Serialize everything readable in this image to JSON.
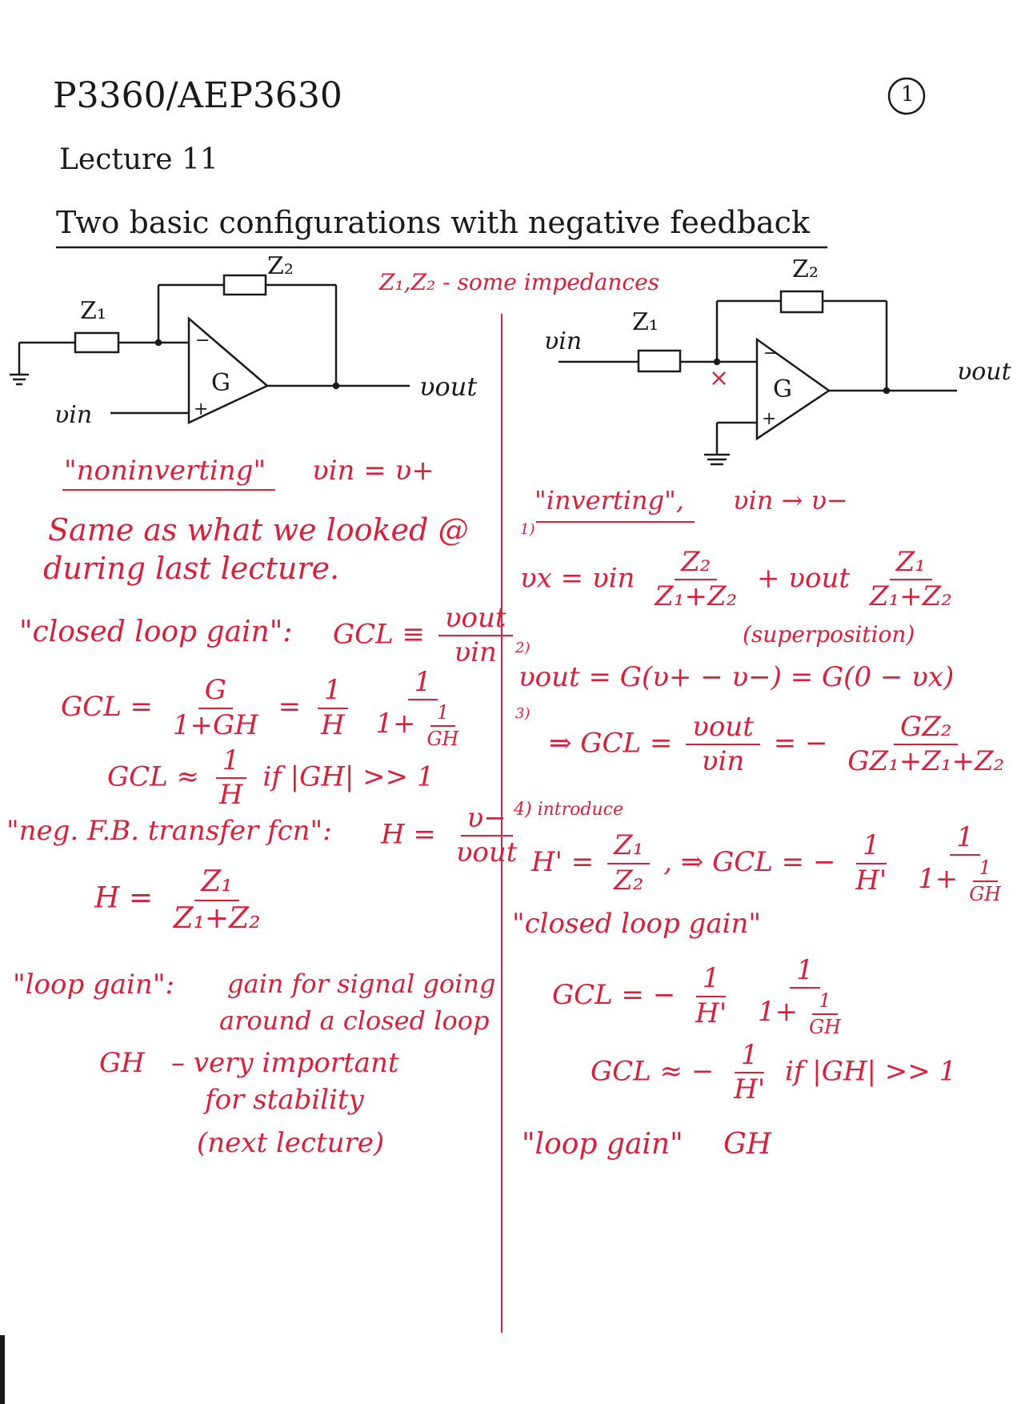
{
  "header": {
    "course": "P3360/AEP3630",
    "lecture": "Lecture 11",
    "page_number": "1",
    "title": "Two basic configurations with negative feedback"
  },
  "circuit_labels": {
    "z1": "Z₁",
    "z2": "Z₂",
    "gain": "G",
    "minus": "−",
    "plus": "+",
    "vin": "υin",
    "vout": "υout",
    "node_x": "×",
    "note": "Z₁,Z₂ - some impedances"
  },
  "left": {
    "heading": "\"noninverting\"",
    "heading_eq": "υin = υ+",
    "same1": "Same as what we looked @",
    "same2": "during last lecture.",
    "clg_label": "\"closed loop gain\":",
    "gcl_def_lhs": "GCL ≡",
    "gcl_def_num": "υout",
    "gcl_def_den": "υin",
    "gcl_lhs": "GCL =",
    "g": "G",
    "one_plus_gh": "1+GH",
    "eq": "=",
    "one": "1",
    "h": "H",
    "one_plus": "1+",
    "gh": "GH",
    "approx_lhs": "GCL ≈",
    "approx_cond": "if |GH| >> 1",
    "negfb_label": "\"neg. F.B. transfer fcn\":",
    "h_def_lhs": "H =",
    "h_def_num": "υ−",
    "h_def_den": "υout",
    "h_lhs": "H =",
    "h_num": "Z₁",
    "h_den": "Z₁+Z₂",
    "loop_label": "\"loop gain\":",
    "loop_desc1": "gain for signal going",
    "loop_desc2": "around a closed loop",
    "gh_label": "GH",
    "gh_desc1": "– very important",
    "gh_desc2": "for stability",
    "gh_desc3": "(next lecture)"
  },
  "right": {
    "heading": "\"inverting\",",
    "heading_eq": "υin → υ−",
    "step1": "1)",
    "vx_lhs": "υx = υin",
    "z2": "Z₂",
    "z1": "Z₁",
    "z1pz2": "Z₁+Z₂",
    "plus_vout": "+ υout",
    "superposition": "(superposition)",
    "step2": "2)",
    "vout_eq": "υout = G(υ+ − υ−) = G(0 − υx)",
    "step3": "3)",
    "gcl3_lhs": "⇒ GCL =",
    "vout": "υout",
    "vin": "υin",
    "eq_neg": "= −",
    "gz2": "GZ₂",
    "gz_den": "GZ₁+Z₁+Z₂",
    "step4": "4) introduce",
    "hp_lhs": "H' =",
    "arrow_gcl": ", ⇒ GCL = −",
    "one": "1",
    "hp": "H'",
    "one_plus": "1+",
    "gh": "GH",
    "clg_label": "\"closed loop gain\"",
    "gcl_lhs": "GCL = −",
    "approx_lhs": "GCL ≈ −",
    "approx_cond": "if |GH| >> 1",
    "loop_label": "\"loop gain\"",
    "loop_gh": "GH"
  }
}
